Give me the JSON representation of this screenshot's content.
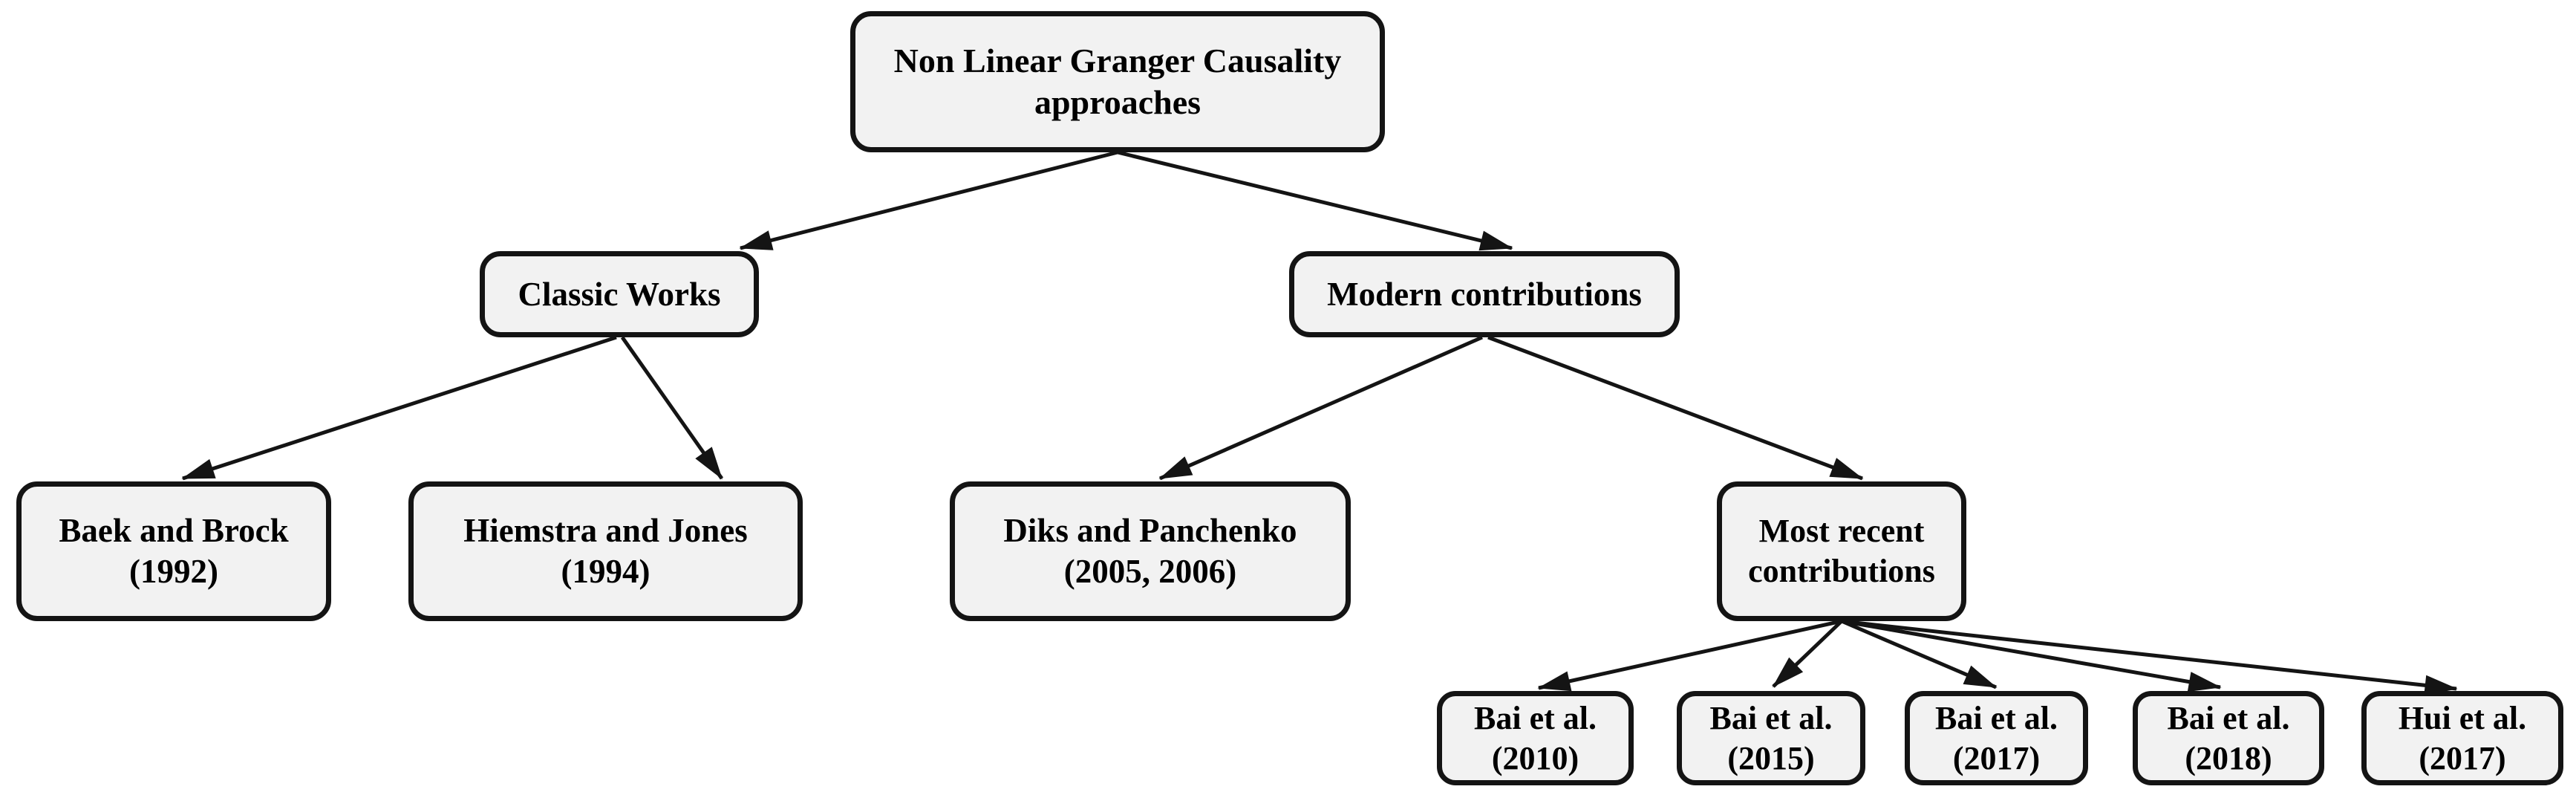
{
  "colors": {
    "background": "#ffffff",
    "node_fill": "#f2f2f2",
    "node_border": "#141414",
    "arrow": "#141414",
    "text": "#000000"
  },
  "nodes": {
    "root": {
      "label": "Non Linear Granger Causality\napproaches"
    },
    "classic": {
      "label": "Classic Works"
    },
    "modern": {
      "label": "Modern contributions"
    },
    "baek": {
      "label": "Baek and Brock\n(1992)"
    },
    "hiemstra": {
      "label": "Hiemstra and Jones\n(1994)"
    },
    "diks": {
      "label": "Diks and Panchenko\n(2005, 2006)"
    },
    "recent": {
      "label": "Most recent\ncontributions"
    },
    "bai2010": {
      "label": "Bai et al.\n(2010)"
    },
    "bai2015": {
      "label": "Bai et al.\n(2015)"
    },
    "bai2017": {
      "label": "Bai et al.\n(2017)"
    },
    "bai2018": {
      "label": "Bai et al.\n(2018)"
    },
    "hui2017": {
      "label": "Hui et al.\n(2017)"
    }
  },
  "edges": [
    {
      "from": "root",
      "to": "classic"
    },
    {
      "from": "root",
      "to": "modern"
    },
    {
      "from": "classic",
      "to": "baek"
    },
    {
      "from": "classic",
      "to": "hiemstra"
    },
    {
      "from": "modern",
      "to": "diks"
    },
    {
      "from": "modern",
      "to": "recent"
    },
    {
      "from": "recent",
      "to": "bai2010"
    },
    {
      "from": "recent",
      "to": "bai2015"
    },
    {
      "from": "recent",
      "to": "bai2017"
    },
    {
      "from": "recent",
      "to": "bai2018"
    },
    {
      "from": "recent",
      "to": "hui2017"
    }
  ]
}
